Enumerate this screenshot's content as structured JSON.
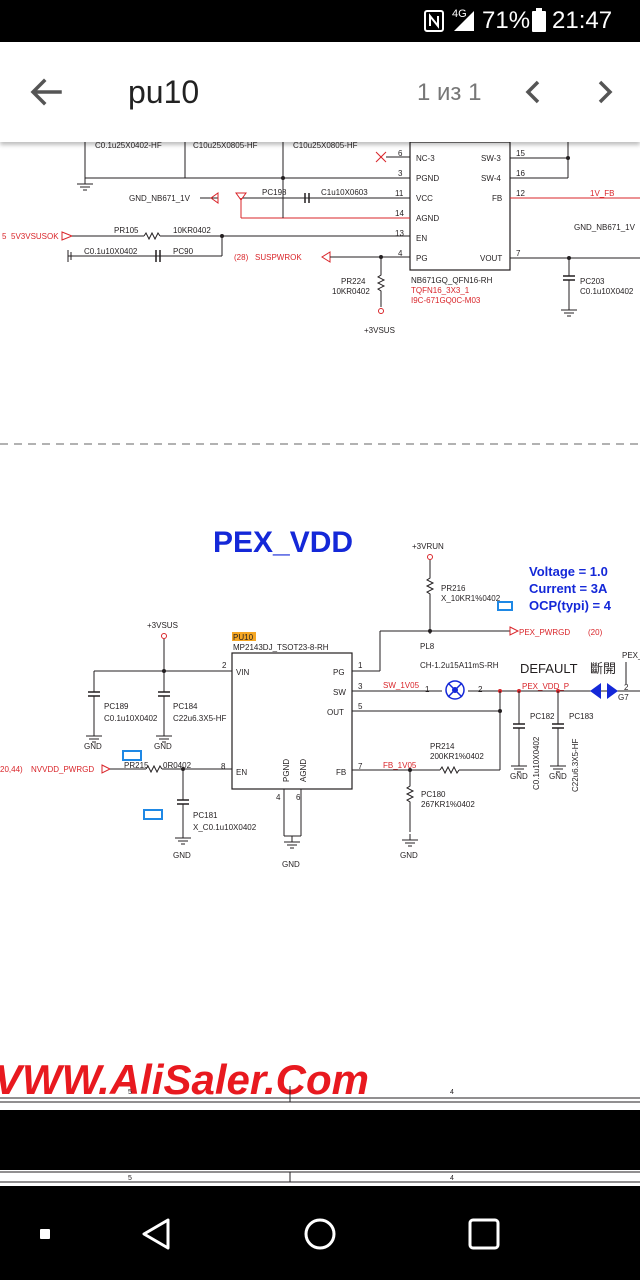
{
  "status_bar": {
    "network_type": "4G",
    "battery_percent": "71%",
    "time": "21:47"
  },
  "find_bar": {
    "query": "pu10",
    "match_count": "1 из 1"
  },
  "schematic": {
    "top": {
      "labels": [
        "C0.1u25X0402-HF",
        "C10u25X0805-HF",
        "C10u25X0805-HF"
      ],
      "gnd_net": "GND_NB671_1V",
      "pc198": "PC198",
      "pc198_val": "C1u10X0603",
      "pins_left": [
        {
          "num": "6",
          "name": "NC-3"
        },
        {
          "num": "3",
          "name": "PGND"
        },
        {
          "num": "11",
          "name": "VCC"
        },
        {
          "num": "14",
          "name": "AGND"
        },
        {
          "num": "13",
          "name": "EN"
        },
        {
          "num": "4",
          "name": "PG"
        }
      ],
      "pins_right": [
        {
          "num": "15",
          "name": "SW-3"
        },
        {
          "num": "16",
          "name": "SW-4"
        },
        {
          "num": "12",
          "name": "FB"
        },
        {
          "num": "7",
          "name": "VOUT"
        }
      ],
      "net_1v_fb": "1V_FB",
      "gnd_right": "GND_NB671_1V",
      "susok_net": "5V3VSUSOK",
      "susok_num": "5",
      "pr105": "PR105",
      "pr105_val": "10KR0402",
      "pc90_val": "C0.1u10X0402",
      "pc90": "PC90",
      "susp_num": "(28)",
      "susp_net": "SUSPWROK",
      "pr224": "PR224",
      "pr224_val": "10KR0402",
      "rail_3vsus": "+3VSUS",
      "chip_part": "NB671GQ_QFN16-RH",
      "chip_pkg": "TQFN16_3X3_1",
      "chip_code": "I9C-671GQ0C-M03",
      "pc203": "PC203",
      "pc203_val": "C0.1u10X0402"
    },
    "pex": {
      "title": "PEX_VDD",
      "rail_3vrun": "+3VRUN",
      "voltage_label": "Voltage = 1.0",
      "current_label": "Current = 3A",
      "ocp_label": "OCP(typi) = 4",
      "pr216": "PR216",
      "pr216_val": "X_10KR1%0402",
      "pex_pwrgd": "PEX_PWRGD",
      "pex_pwrgd_num": "(20)",
      "pl8": "PL8",
      "pl8_val": "CH-1.2u15A11mS-RH",
      "default_label": "DEFAULT",
      "cjk_label": "斷開",
      "pex_v_trunc": "PEX_V",
      "g7": "G7",
      "rail_3vsus": "+3VSUS",
      "pu10_ref": "PU10",
      "pu10_part": "MP2143DJ_TSOT23-8-RH",
      "pin_vin": "VIN",
      "pin_pg": "PG",
      "pin_sw": "SW",
      "pin_out": "OUT",
      "pin_en": "EN",
      "pin_fb": "FB",
      "pin_pgnd": "PGND",
      "pin_agnd": "AGND",
      "n1": "1",
      "n2": "2",
      "n3": "3",
      "n4": "4",
      "n5": "5",
      "n6": "6",
      "n7": "7",
      "n8": "8",
      "sw_net": "SW_1V05",
      "pex_vdd_p": "PEX_VDD_P",
      "pc189": "PC189",
      "pc189_val": "C0.1u10X0402",
      "pc184": "PC184",
      "pc184_val": "C22u6.3X5-HF",
      "pc182": "PC182",
      "pc182_val": "C0.1u10X0402",
      "pc183": "PC183",
      "pc183_val": "C22u6.3X5-HF",
      "pr214": "PR214",
      "pr214_val": "200KR1%0402",
      "fb_net": "FB_1V05",
      "pc180": "PC180",
      "pc180_val": "267KR1%0402",
      "nvvdd_num": "20,44)",
      "nvvdd_net": "NVVDD_PWRGD",
      "pr215": "PR215",
      "pr215_val": "0R0402",
      "pc181": "PC181",
      "pc181_val": "X_C0.1u10X0402",
      "gnd": "GND"
    },
    "watermark": "VWW.AliSaler.Com",
    "frame_5": "5",
    "frame_4": "4"
  },
  "colors": {
    "wire_red": "#d9252a",
    "wire_dark": "#231f20",
    "title_blue": "#1428d8",
    "watermark_red": "#e8191f",
    "tag_orange": "#f5a623"
  },
  "icons": [
    "back-arrow-icon",
    "chevron-left-icon",
    "chevron-right-icon",
    "nfc-icon",
    "signal-icon",
    "battery-icon",
    "nav-square-icon",
    "nav-back-icon",
    "nav-home-icon",
    "nav-recents-icon"
  ]
}
